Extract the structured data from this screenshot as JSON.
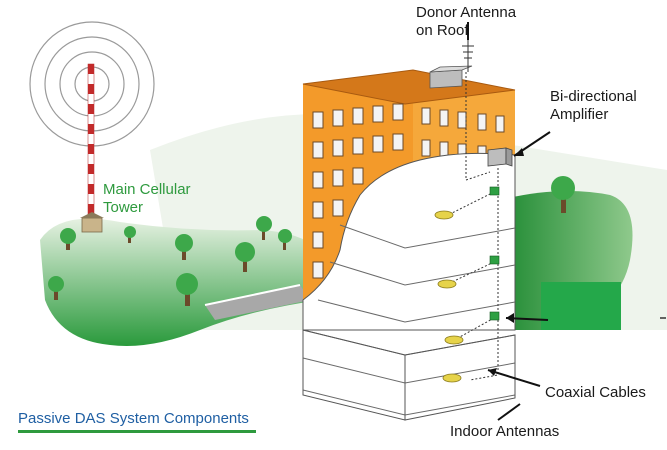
{
  "labels": {
    "donor_antenna": [
      "Donor Antenna",
      "on Roof"
    ],
    "amplifier": [
      "Bi-directional",
      "Amplifier"
    ],
    "tower": [
      "Main Cellular",
      "Tower"
    ],
    "coax": "Coaxial Cables",
    "indoor": "Indoor Antennas",
    "title": "Passive DAS System Components"
  },
  "colors": {
    "hill_light": "#cfe6c9",
    "hill_dark": "#1f8a32",
    "building_orange": "#f39a2a",
    "building_dark": "#d4781a",
    "cable_green": "#2ea043",
    "antenna_yellow": "#e6d34a",
    "title_blue": "#1f5fa3",
    "label_green": "#2e9a3e"
  }
}
